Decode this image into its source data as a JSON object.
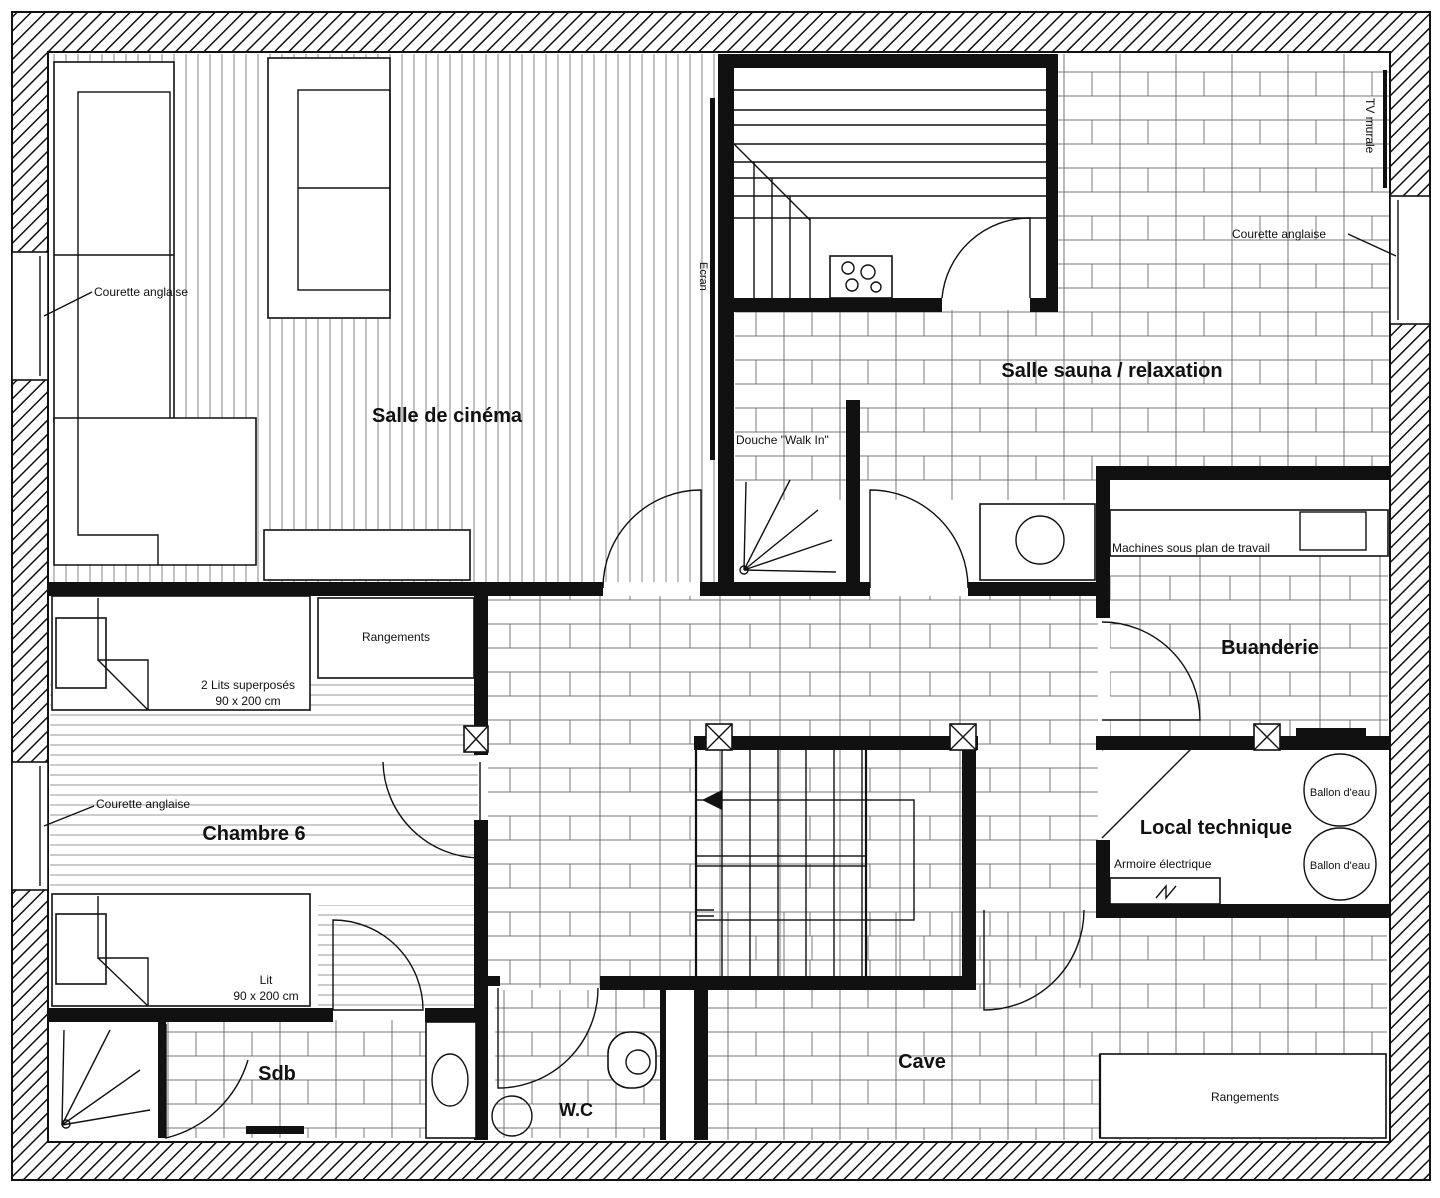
{
  "rooms": {
    "cinema": "Salle de cinéma",
    "sauna": "Salle sauna / relaxation",
    "buanderie": "Buanderie",
    "local_technique": "Local technique",
    "chambre": "Chambre 6",
    "sdb": "Sdb",
    "wc": "W.C",
    "cave": "Cave"
  },
  "annotations": {
    "courette_left_top": "Courette anglaise",
    "courette_left_mid": "Courette anglaise",
    "courette_right": "Courette anglaise",
    "tv": "TV murale",
    "ecran": "Ecran",
    "douche": "Douche \"Walk In\"",
    "machines": "Machines sous plan de travail",
    "rangements_top": "Rangements",
    "rangements_cave": "Rangements",
    "lits_superposes_1": "2 Lits superposés",
    "lits_superposes_2": "90 x 200 cm",
    "lit_1": "Lit",
    "lit_2": "90 x 200 cm",
    "ballon_1": "Ballon d'eau",
    "ballon_2": "Ballon d'eau",
    "armoire": "Armoire électrique"
  },
  "colors": {
    "line": "#111111",
    "background": "#ffffff",
    "hatch": "#111111"
  }
}
